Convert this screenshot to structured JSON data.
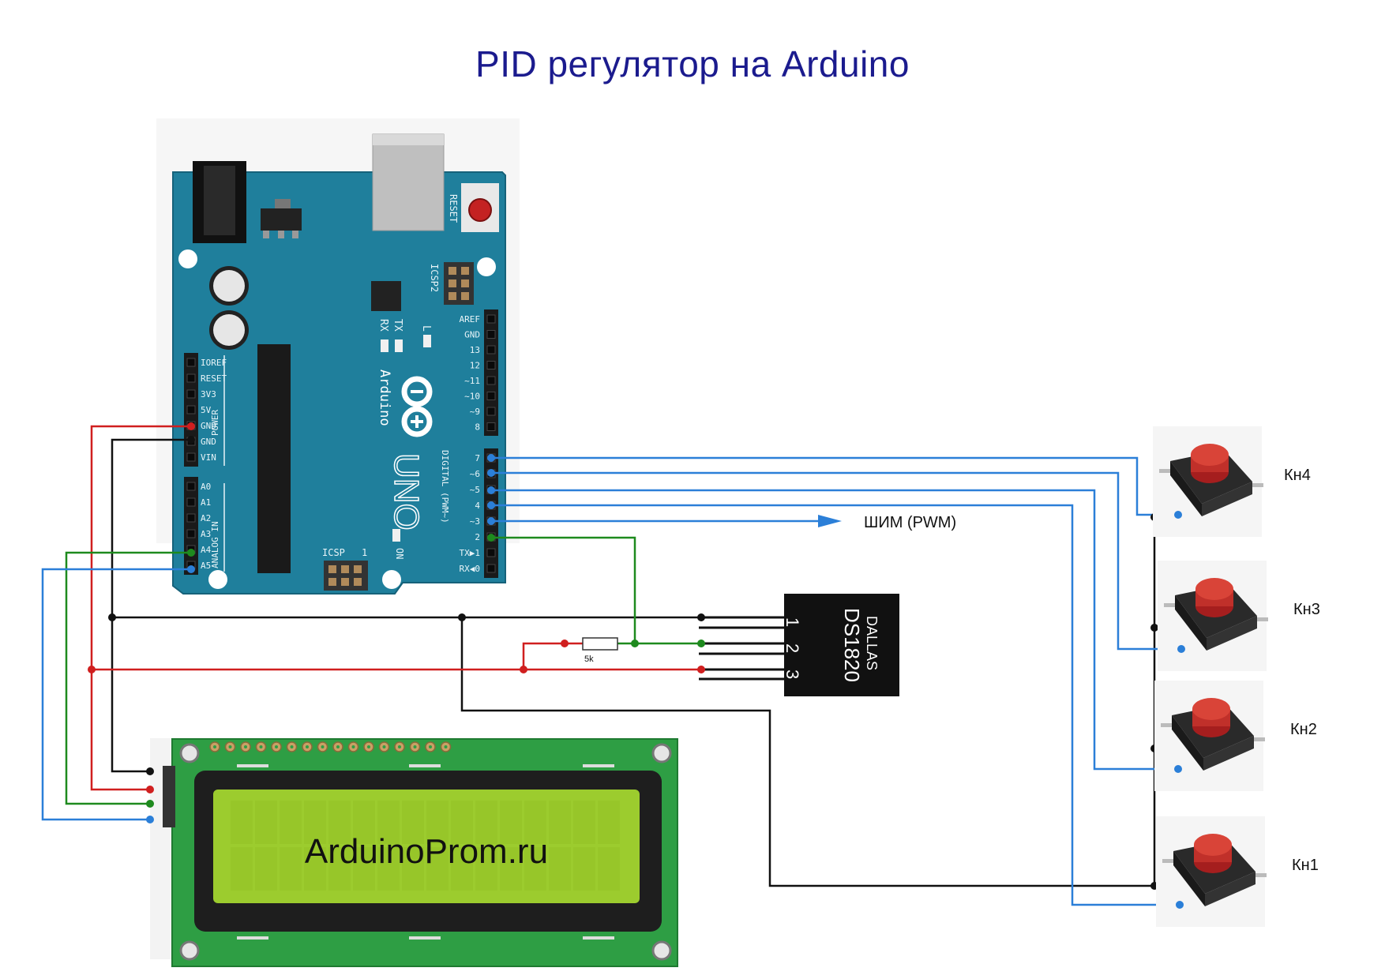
{
  "title": "PID регулятор на Arduino",
  "arduino": {
    "brand": "Arduino",
    "model": "UNO",
    "reset_label": "RESET",
    "icsp2_label": "ICSP2",
    "icsp_label": "ICSP",
    "icsp_pin1": "1",
    "led_l": "L",
    "led_tx": "TX",
    "led_rx": "RX",
    "on_label": "ON",
    "power_group": "POWER",
    "analog_group": "ANALOG IN",
    "digital_group": "DIGITAL (PWM~)",
    "power_pins": [
      "IOREF",
      "RESET",
      "3V3",
      "5V",
      "GND",
      "GND",
      "VIN"
    ],
    "analog_pins": [
      "A0",
      "A1",
      "A2",
      "A3",
      "A4",
      "A5"
    ],
    "digital_top_pins": [
      "AREF",
      "GND",
      "13",
      "12",
      "~11",
      "~10",
      "~9",
      "8"
    ],
    "digital_bottom_pins": [
      "7",
      "~6",
      "~5",
      "4",
      "~3",
      "2",
      "TX▶1",
      "RX◀0"
    ]
  },
  "sensor": {
    "brand": "DALLAS",
    "model": "DS1820",
    "pins": [
      "1",
      "2",
      "3"
    ]
  },
  "resistor_label": "5k",
  "pwm_label": "ШИМ (PWM)",
  "lcd_text": "ArduinoProm.ru",
  "buttons": [
    "Кн4",
    "Кн3",
    "Кн2",
    "Кн1"
  ],
  "colors": {
    "board": "#1f7f9c",
    "wire_red": "#d01f1f",
    "wire_black": "#111111",
    "wire_green": "#1e8a1e",
    "wire_blue": "#2b7fd8",
    "lcd_pcb": "#2e9e44",
    "lcd_screen": "#9ccc2e",
    "title": "#1b1b8e"
  }
}
